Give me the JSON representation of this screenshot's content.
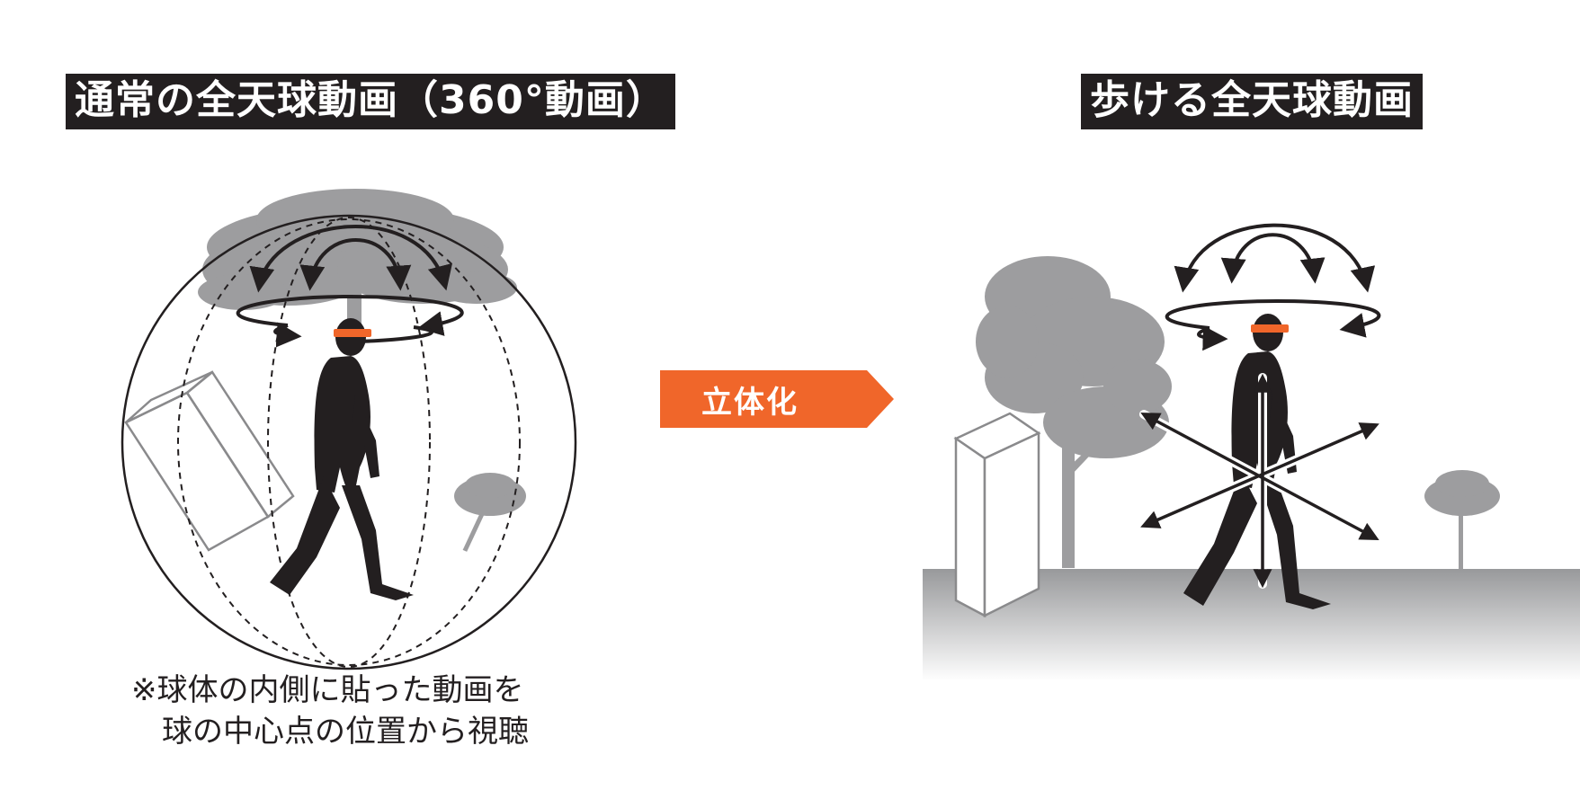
{
  "titles": {
    "left": "通常の全天球動画（360°動画）",
    "right": "歩ける全天球動画"
  },
  "transition": {
    "label": "立体化"
  },
  "caption": {
    "line1": "※球体の内側に貼った動画を",
    "line2": "球の中心点の位置から視聴"
  },
  "colors": {
    "accent": "#f0662a",
    "dark": "#231f20",
    "tree": "#9d9d9f",
    "ground": "#a8a9ab"
  },
  "icons": {
    "left": [
      "sphere-outline",
      "tree-silhouette",
      "flower-silhouette",
      "box-outline",
      "walking-person-silhouette",
      "vr-headset-band",
      "rotation-arrows"
    ],
    "right": [
      "tree-silhouette",
      "flower-silhouette",
      "box-solid",
      "walking-person-silhouette",
      "vr-headset-band",
      "rotation-arrows",
      "six-degrees-of-freedom-arrows",
      "ground-gradient"
    ]
  }
}
